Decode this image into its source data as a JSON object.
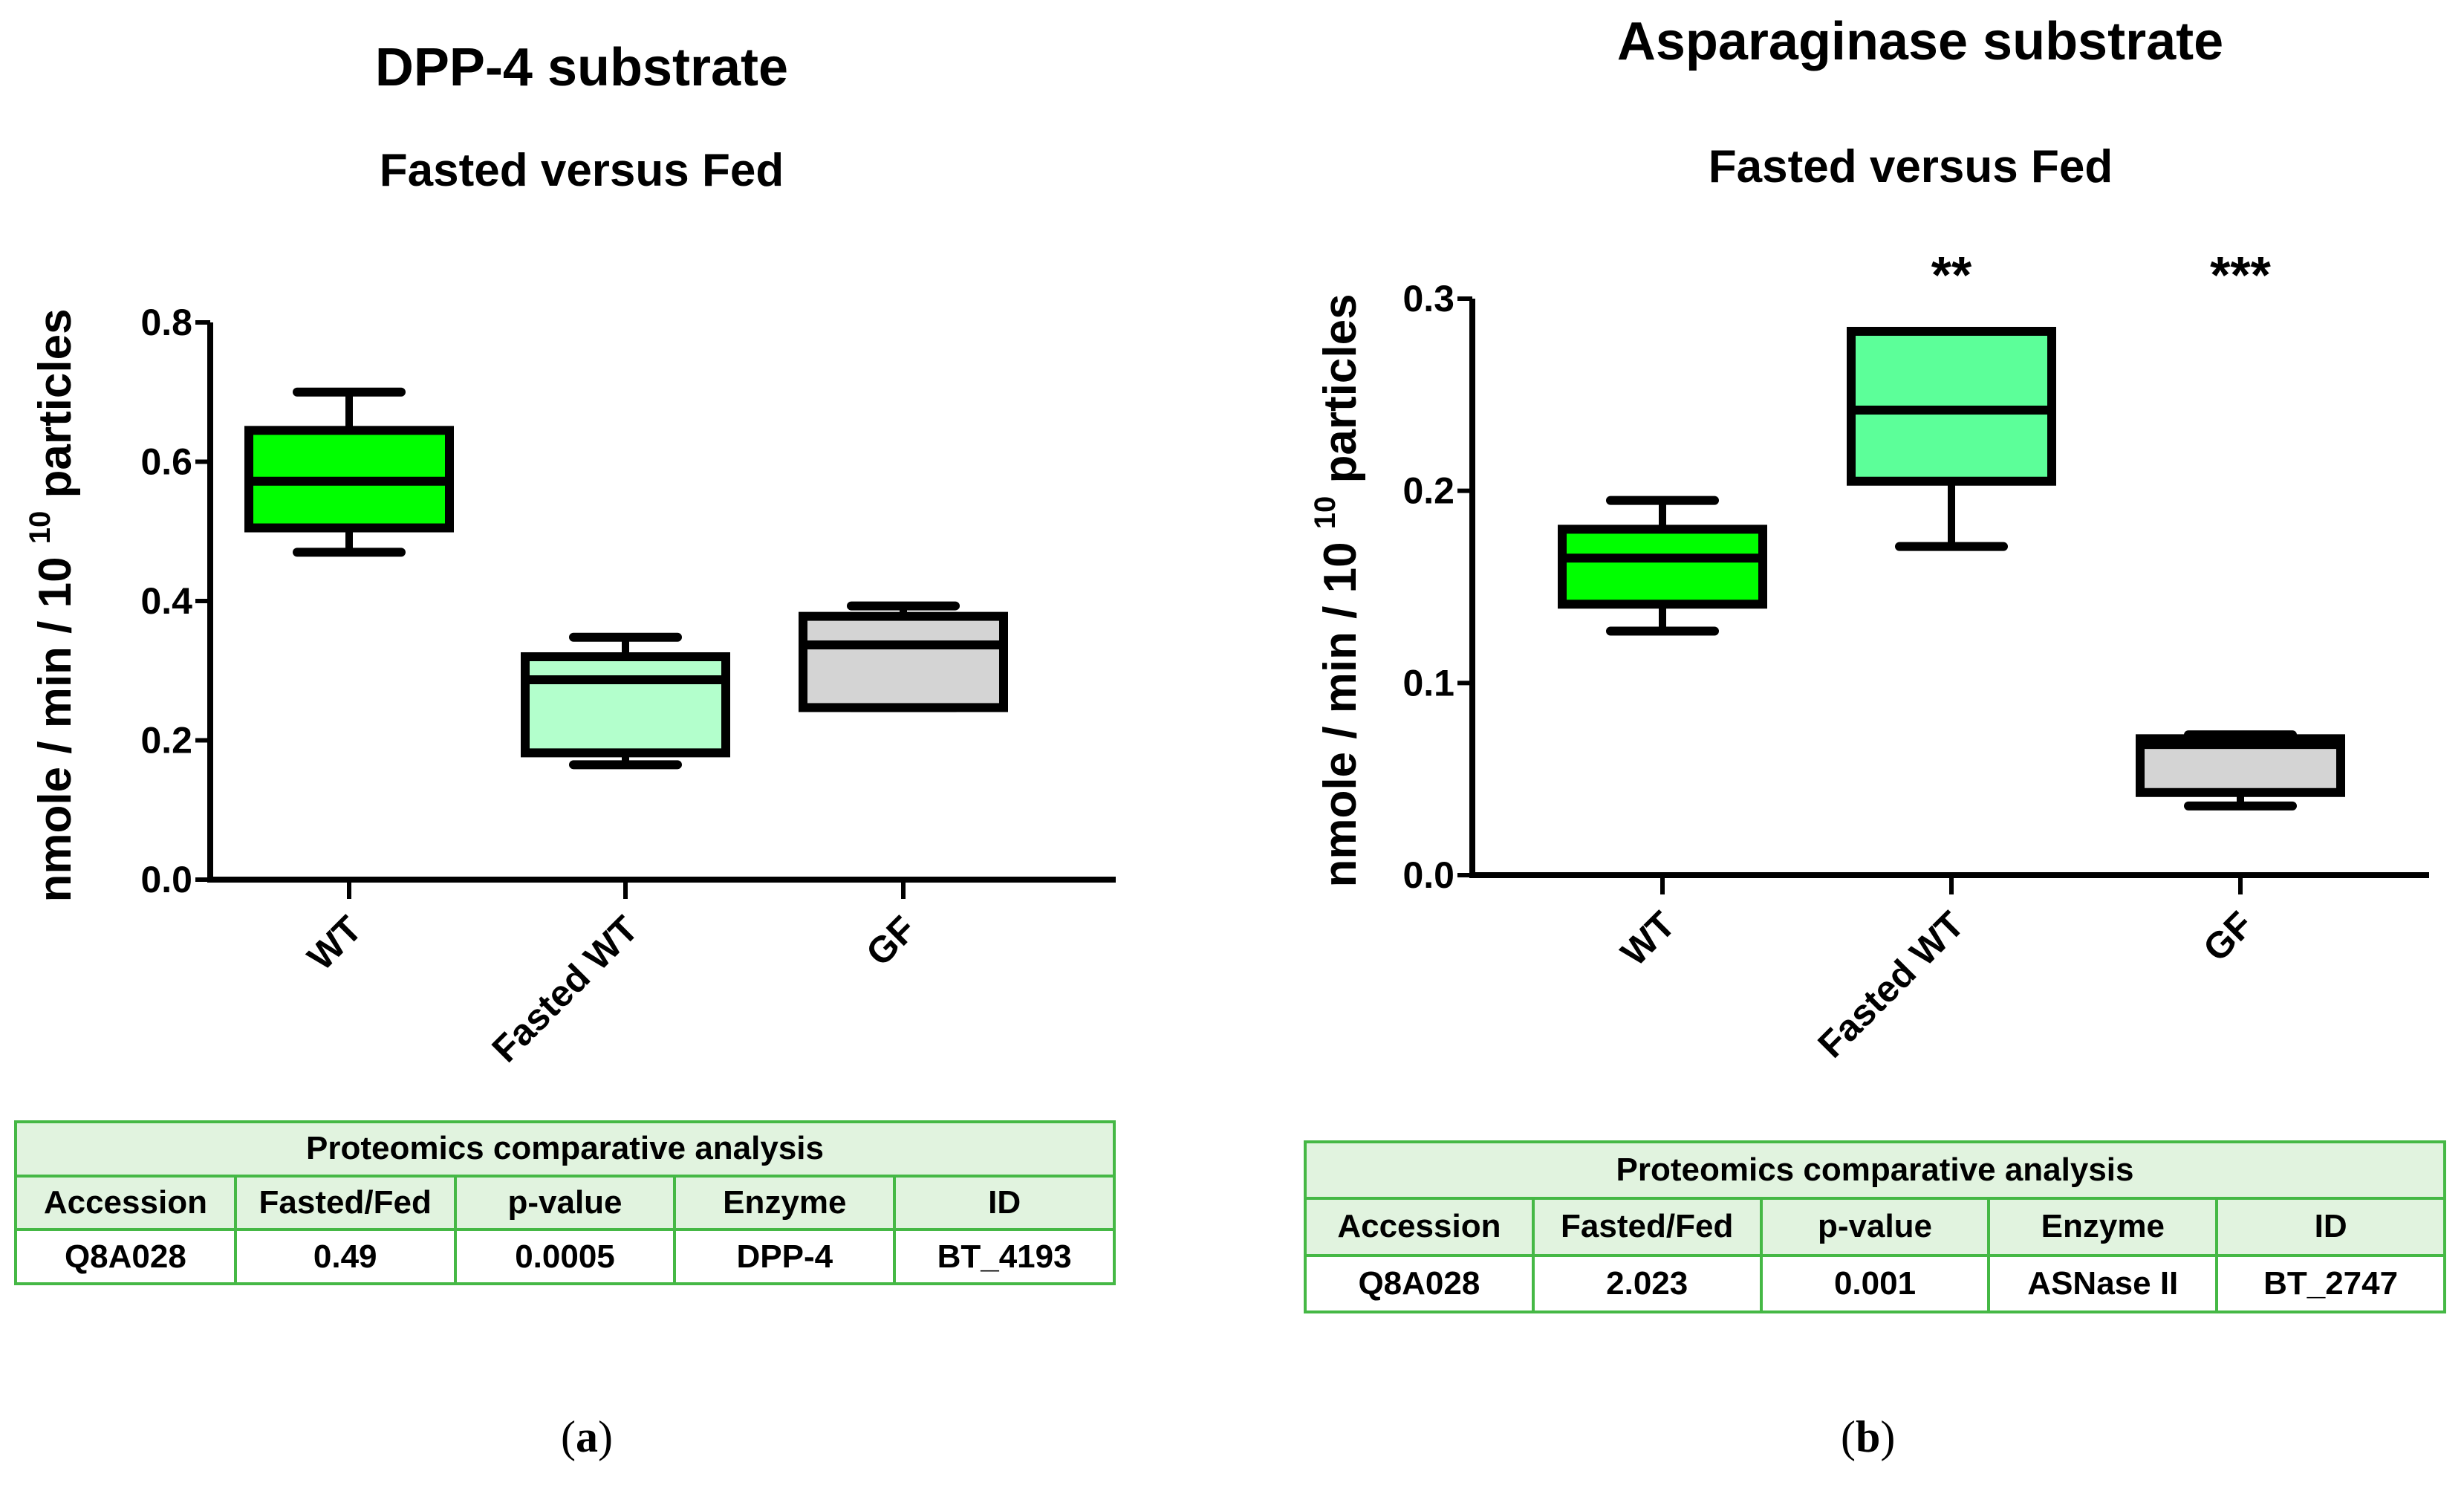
{
  "chart_data": [
    {
      "type": "box",
      "title": "DPP-4 substrate",
      "subtitle": "Fasted versus Fed",
      "ylabel": {
        "main": "nmole / min / 10",
        "sup": "10",
        "tail": "particles"
      },
      "ylim": [
        0,
        0.8
      ],
      "yticks": [
        "0.0",
        "0.2",
        "0.4",
        "0.6",
        "0.8"
      ],
      "categories": [
        "WT",
        "Fasted WT",
        "GF"
      ],
      "colors": [
        "#00ff00",
        "#b3ffcc",
        "#d4d4d4"
      ],
      "boxes": [
        {
          "min": 0.47,
          "q1": 0.505,
          "median": 0.572,
          "q3": 0.645,
          "max": 0.7
        },
        {
          "min": 0.165,
          "q1": 0.182,
          "median": 0.287,
          "q3": 0.32,
          "max": 0.348
        },
        {
          "min": 0.247,
          "q1": 0.247,
          "median": 0.337,
          "q3": 0.378,
          "max": 0.393
        }
      ],
      "annotations": [
        "",
        "",
        ""
      ],
      "caption": "a"
    },
    {
      "type": "box",
      "title": "Asparaginase substrate",
      "subtitle": "Fasted versus Fed",
      "ylabel": {
        "main": "nmole / min / 10",
        "sup": "10",
        "tail": "particles"
      },
      "ylim": [
        0,
        0.3
      ],
      "yticks": [
        "0.0",
        "0.1",
        "0.2",
        "0.3"
      ],
      "categories": [
        "WT",
        "Fasted WT",
        "GF"
      ],
      "colors": [
        "#00ff00",
        "#5cff99",
        "#d4d4d4"
      ],
      "boxes": [
        {
          "min": 0.127,
          "q1": 0.141,
          "median": 0.165,
          "q3": 0.18,
          "max": 0.195
        },
        {
          "min": 0.171,
          "q1": 0.205,
          "median": 0.242,
          "q3": 0.283,
          "max": 0.283
        },
        {
          "min": 0.036,
          "q1": 0.043,
          "median": 0.068,
          "q3": 0.071,
          "max": 0.073
        }
      ],
      "annotations": [
        "",
        "**",
        "***"
      ],
      "caption": "b"
    }
  ],
  "tables": [
    {
      "title": "Proteomics comparative analysis",
      "headers": [
        "Accession",
        "Fasted/Fed",
        "p-value",
        "Enzyme",
        "ID"
      ],
      "row": [
        "Q8A028",
        "0.49",
        "0.0005",
        "DPP-4",
        "BT_4193"
      ]
    },
    {
      "title": "Proteomics comparative analysis",
      "headers": [
        "Accession",
        "Fasted/Fed",
        "p-value",
        "Enzyme",
        "ID"
      ],
      "row": [
        "Q8A028",
        "2.023",
        "0.001",
        "ASNase II",
        "BT_2747"
      ]
    }
  ]
}
